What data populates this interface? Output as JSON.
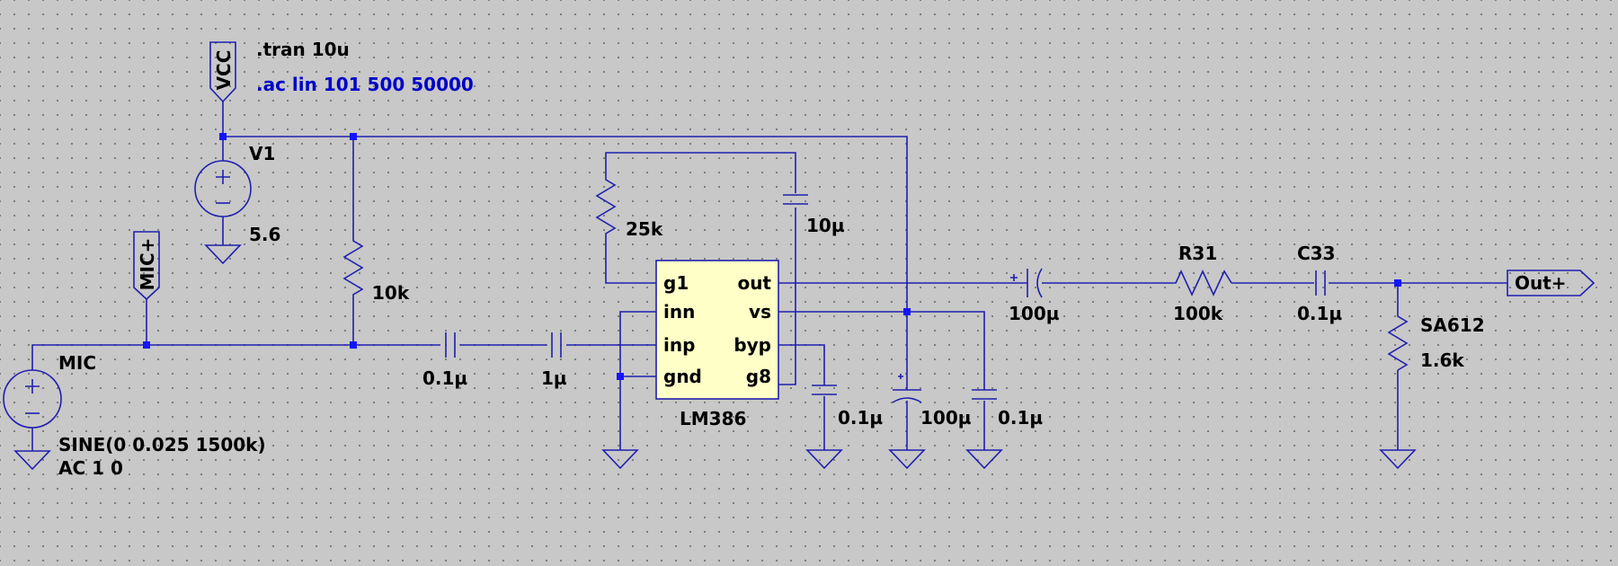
{
  "directives": {
    "tran": ".tran 10u",
    "ac": ".ac lin 101 500 50000"
  },
  "net_labels": {
    "vcc": "VCC",
    "mic_plus": "MIC+",
    "out_plus": "Out+"
  },
  "components": {
    "v1": {
      "name": "V1",
      "value": "5.6"
    },
    "mic": {
      "name": "MIC",
      "value_1": "SINE(0 0.025 1500k)",
      "value_2": "AC 1 0"
    },
    "r_bias": {
      "value": "10k"
    },
    "c_in1": {
      "value": "0.1µ"
    },
    "c_in2": {
      "value": "1µ"
    },
    "r_fb": {
      "value": "25k"
    },
    "c_fb": {
      "value": "10µ"
    },
    "ic": {
      "name": "LM386",
      "pins": {
        "g1": "g1",
        "inn": "inn",
        "inp": "inp",
        "gnd": "gnd",
        "out": "out",
        "vs": "vs",
        "byp": "byp",
        "g8": "g8"
      }
    },
    "c_byp": {
      "value": "0.1µ"
    },
    "c_vs_elec": {
      "value": "100µ"
    },
    "c_vs": {
      "value": "0.1µ"
    },
    "c_out": {
      "value": "100µ"
    },
    "r31": {
      "name": "R31",
      "value": "100k"
    },
    "c33": {
      "name": "C33",
      "value": "0.1µ"
    },
    "r_load": {
      "name": "SA612",
      "value": "1.6k"
    }
  },
  "colors": {
    "background": "#c8c8c8",
    "wire": "#1f1fb0",
    "junction": "#1414ff",
    "ic_fill": "#ffffc8",
    "directive_ac": "#0000c8"
  }
}
